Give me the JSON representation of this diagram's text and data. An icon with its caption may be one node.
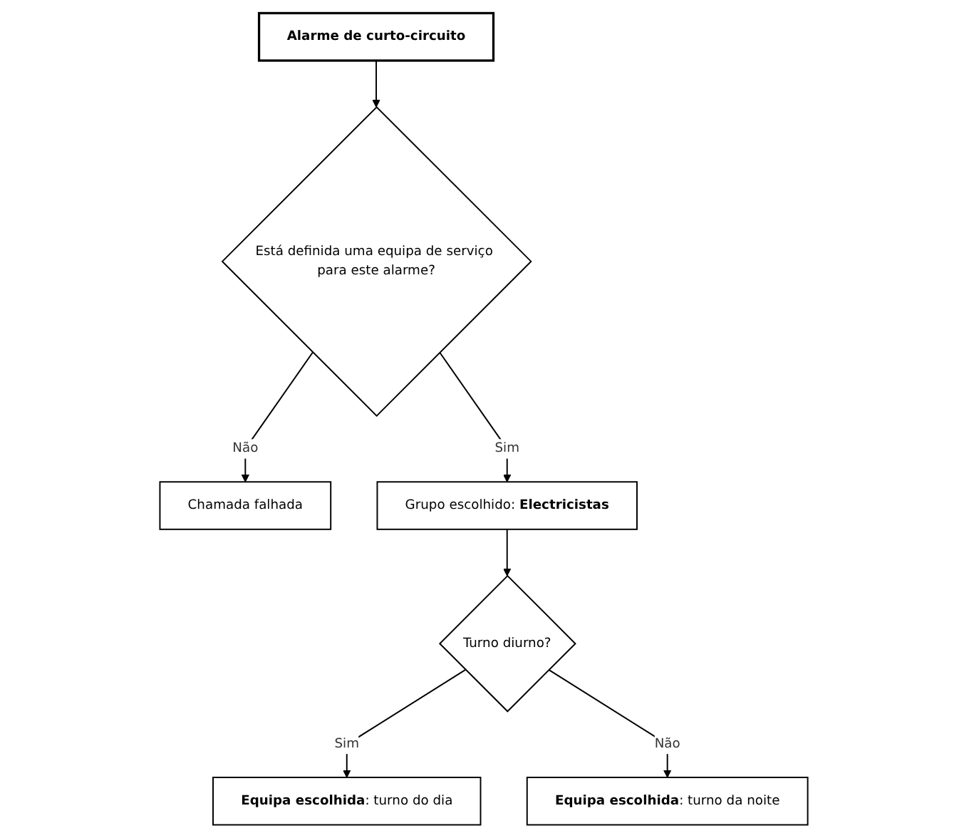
{
  "diagram": {
    "nodes": [
      {
        "text": [
          "Alarme de curto-circuito"
        ]
      },
      {
        "text": [
          "Está definida uma equipa de serviço para este alarme?"
        ]
      },
      {
        "text": [
          "Chamada falhada"
        ]
      },
      {
        "text": [
          "Grupo escolhido: **Electricistas**"
        ]
      },
      {
        "text": [
          "Turno diurno?"
        ]
      },
      {
        "text": [
          "**Equipa escolhida**: turno do dia"
        ]
      },
      {
        "text": [
          "**Equipa escolhida**: turno da noite"
        ]
      }
    ],
    "edges": [
      {
        "from": 0,
        "to": 1,
        "arrow": "to"
      },
      {
        "from": 1,
        "to": 2,
        "arrow": "to",
        "label": "Não"
      },
      {
        "from": 1,
        "to": 3,
        "arrow": "to",
        "label": "Sim"
      },
      {
        "from": 3,
        "to": 4,
        "arrow": "to"
      },
      {
        "from": 4,
        "to": 5,
        "arrow": "to",
        "label": "Sim"
      },
      {
        "from": 4,
        "to": 6,
        "arrow": "to",
        "label": "Não"
      }
    ]
  }
}
